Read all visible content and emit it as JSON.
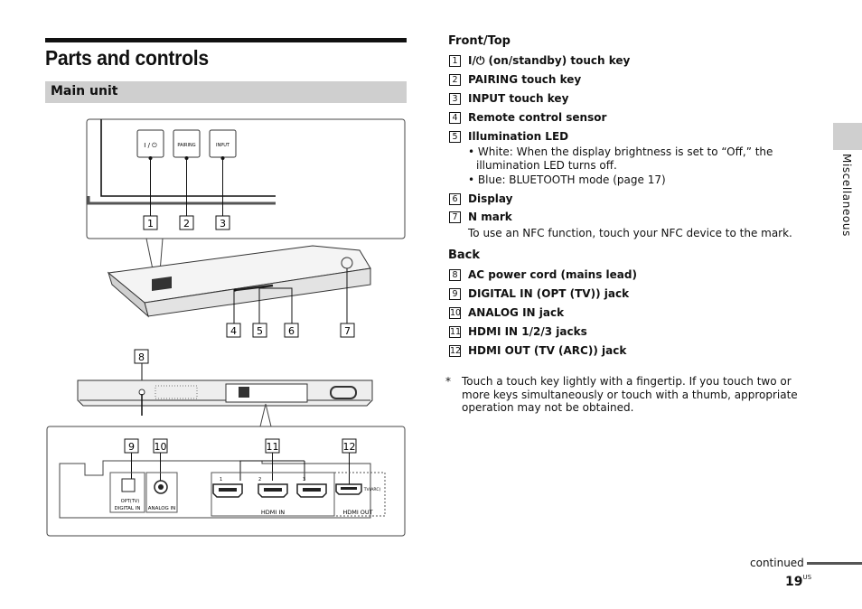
{
  "page": {
    "title": "Parts and controls",
    "section": "Main unit",
    "side_tab": "Miscellaneous",
    "continued": "continued",
    "page_number": "19",
    "page_suffix": "US"
  },
  "front_top": {
    "heading": "Front/Top",
    "items": [
      {
        "num": "1",
        "label": "I/⏻ (on/standby) touch key"
      },
      {
        "num": "2",
        "label": "PAIRING touch key"
      },
      {
        "num": "3",
        "label": "INPUT touch key"
      },
      {
        "num": "4",
        "label": "Remote control sensor"
      },
      {
        "num": "5",
        "label": "Illumination LED"
      },
      {
        "num": "6",
        "label": "Display"
      },
      {
        "num": "7",
        "label": "N mark"
      }
    ],
    "led_notes": [
      "• White: When the display brightness is set to “Off,” the",
      "illumination LED turns off.",
      "• Blue: BLUETOOTH mode (page 17)"
    ],
    "nfc_note": "To use an NFC function, touch your NFC device to the mark."
  },
  "back": {
    "heading": "Back",
    "items": [
      {
        "num": "8",
        "label": "AC power cord (mains lead)"
      },
      {
        "num": "9",
        "label": "DIGITAL IN (OPT (TV)) jack"
      },
      {
        "num": "10",
        "label": "ANALOG IN jack"
      },
      {
        "num": "11",
        "label": "HDMI IN 1/2/3 jacks"
      },
      {
        "num": "12",
        "label": "HDMI OUT (TV (ARC)) jack"
      }
    ]
  },
  "footnote": {
    "mark": "*",
    "text": "Touch a touch key lightly with a fingertip. If you touch two or more keys simultaneously or touch with a thumb, appropriate operation may not be obtained."
  },
  "illustration": {
    "touch_keys": [
      "I / ⏻",
      "PAIRING",
      "INPUT"
    ],
    "callouts_front": [
      "1",
      "2",
      "3",
      "4",
      "5",
      "6",
      "7"
    ],
    "callouts_back": [
      "8",
      "9",
      "10",
      "11",
      "12"
    ],
    "jack_labels": {
      "opt": "OPT(TV)",
      "digital_in": "DIGITAL IN",
      "analog_in": "ANALOG IN",
      "hdmi_nums": [
        "1",
        "2",
        "3"
      ],
      "hdmi_in": "HDMI IN",
      "tv_arc": "TV(ARC)",
      "hdmi_out": "HDMI OUT"
    }
  }
}
